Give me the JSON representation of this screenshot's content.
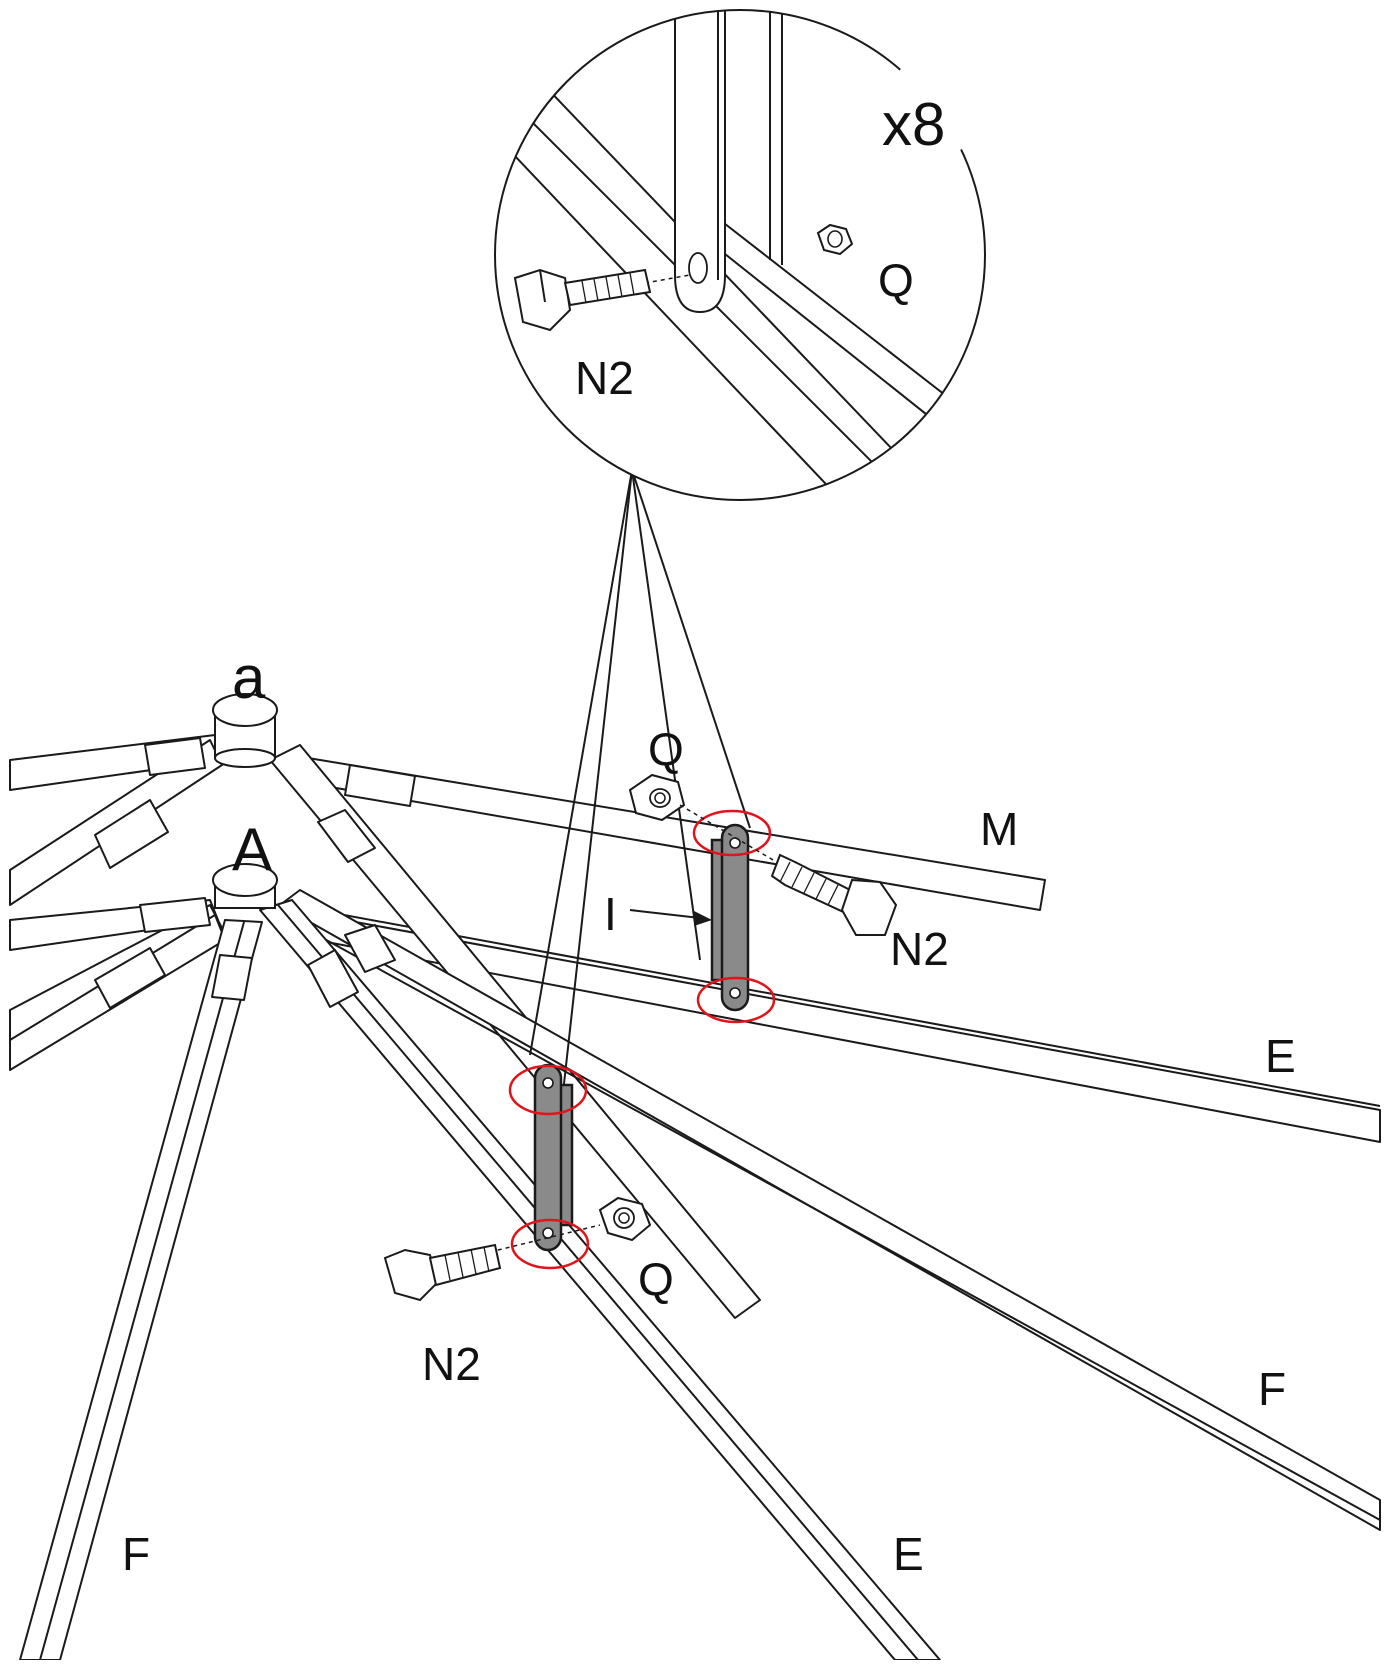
{
  "figure": {
    "detail": {
      "quantity": "x8",
      "bolt_label": "N2",
      "nut_label": "Q"
    },
    "labels": {
      "top_hub": "a",
      "lower_hub": "A",
      "bar_m": "M",
      "plate": "I",
      "bar_e_right": "E",
      "bar_e_bottom": "E",
      "bar_f_right": "F",
      "bar_f_left": "F",
      "bolt_upper": "N2",
      "bolt_lower": "N2",
      "nut_upper": "Q",
      "nut_lower": "Q"
    },
    "colors": {
      "line": "#1a1a1a",
      "plate_fill": "#8a8a8a",
      "highlight": "#e0141a"
    },
    "icons": [
      "bolt-icon",
      "nut-icon",
      "connector-plate-icon"
    ]
  }
}
